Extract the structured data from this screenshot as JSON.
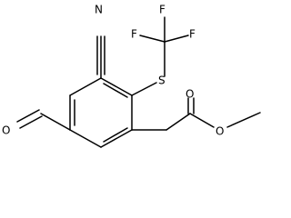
{
  "structure": {
    "atoms": {
      "nitrogen": "N",
      "sulfur": "S",
      "fluorine_1": "F",
      "fluorine_2": "F",
      "fluorine_3": "F",
      "aldehyde_oxygen": "O",
      "carbonyl_oxygen": "O",
      "ester_oxygen": "O"
    }
  }
}
